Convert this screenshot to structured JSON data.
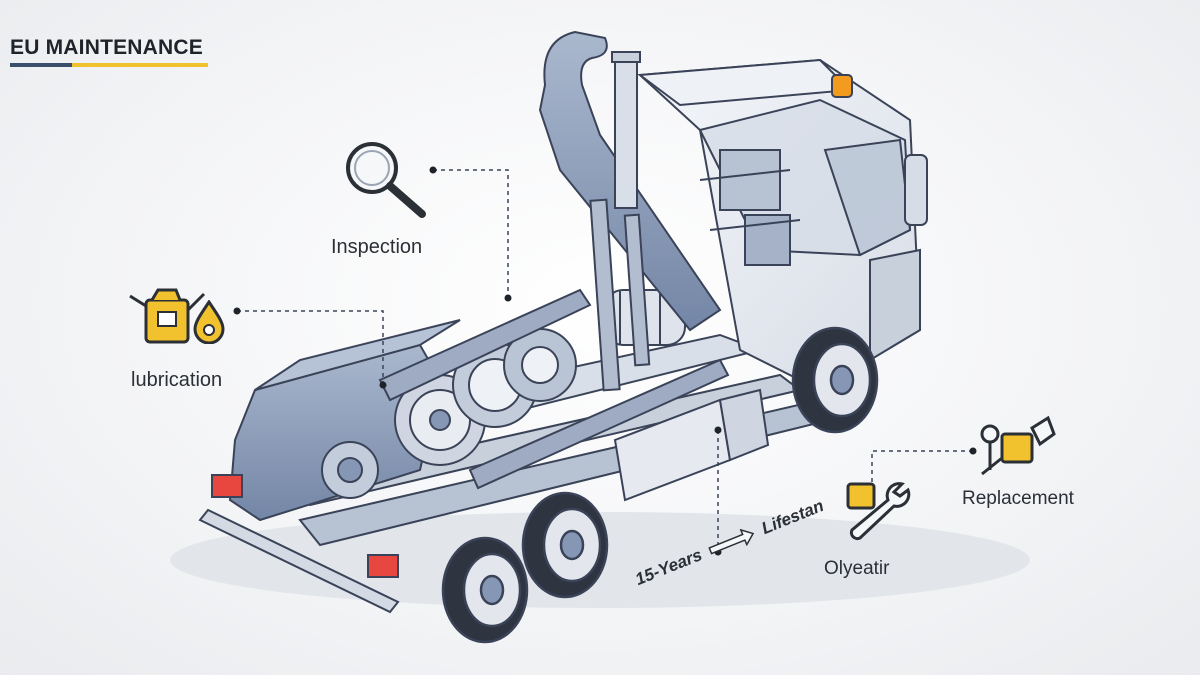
{
  "title": "EU MAINTENANCE",
  "labels": {
    "inspection": "Inspection",
    "lubrication": "lubrication",
    "replacement": "Replacement",
    "repair": "Olyeatir"
  },
  "lifespan": {
    "years": "15-Years",
    "text": "Lifestan"
  },
  "colors": {
    "truck_blue": "#8597b5",
    "truck_light": "#c6d0df",
    "outline": "#3a4358",
    "accent_gold": "#f2c12e",
    "title_dark": "#3b4e6b"
  },
  "icons": [
    "magnifier-icon",
    "oil-can-icon",
    "oil-drop-icon",
    "wrench-icon",
    "tool-kit-icon"
  ]
}
